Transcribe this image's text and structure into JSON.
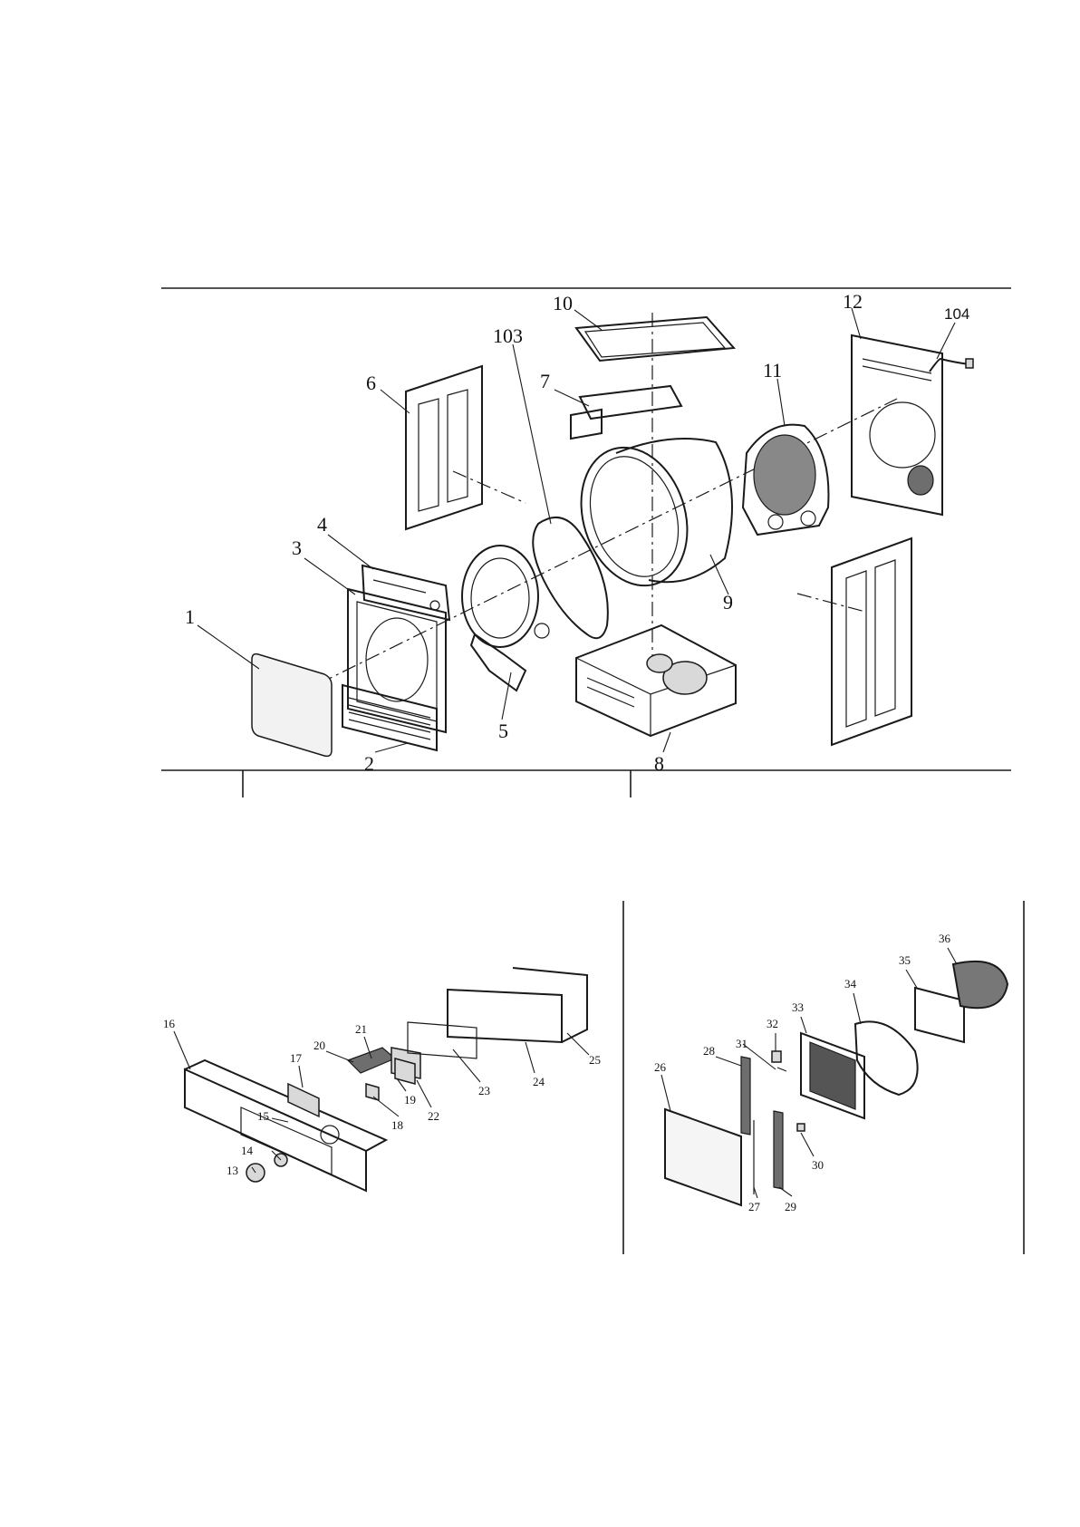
{
  "diagram": {
    "top_assembly": {
      "labels": [
        "1",
        "2",
        "3",
        "4",
        "5",
        "6",
        "7",
        "8",
        "9",
        "10",
        "11",
        "12",
        "103",
        "104"
      ]
    },
    "control_panel_assembly": {
      "labels": [
        "13",
        "14",
        "15",
        "16",
        "17",
        "18",
        "19",
        "20",
        "21",
        "22",
        "23",
        "24",
        "25"
      ]
    },
    "door_assembly": {
      "labels": [
        "26",
        "27",
        "28",
        "29",
        "30",
        "31",
        "32",
        "33",
        "34",
        "35",
        "36"
      ]
    }
  }
}
